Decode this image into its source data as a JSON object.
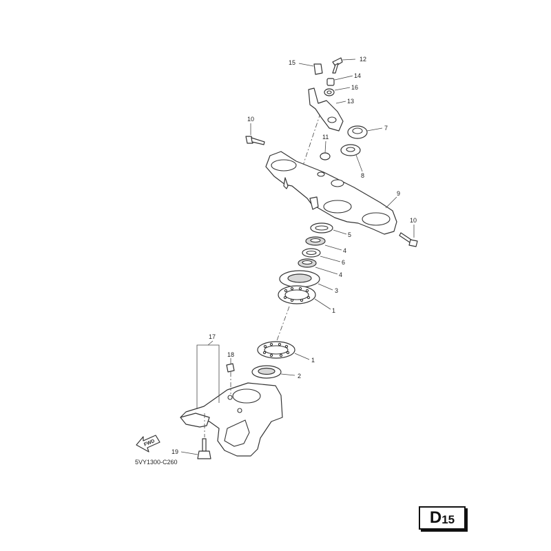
{
  "diagram": {
    "code": "5VY1300-C260",
    "page_label": {
      "letter": "D",
      "number": "15"
    },
    "fwd_arrow": "FWD",
    "callouts": {
      "c12": "12",
      "c15": "15",
      "c14": "14",
      "c16": "16",
      "c13": "13",
      "c10a": "10",
      "c7": "7",
      "c11": "11",
      "c8": "8",
      "c9": "9",
      "c10b": "10",
      "c5": "5",
      "c4a": "4",
      "c6": "6",
      "c4b": "4",
      "c3": "3",
      "c1a": "1",
      "c17": "17",
      "c18": "18",
      "c1b": "1",
      "c2": "2",
      "c19": "19"
    }
  }
}
